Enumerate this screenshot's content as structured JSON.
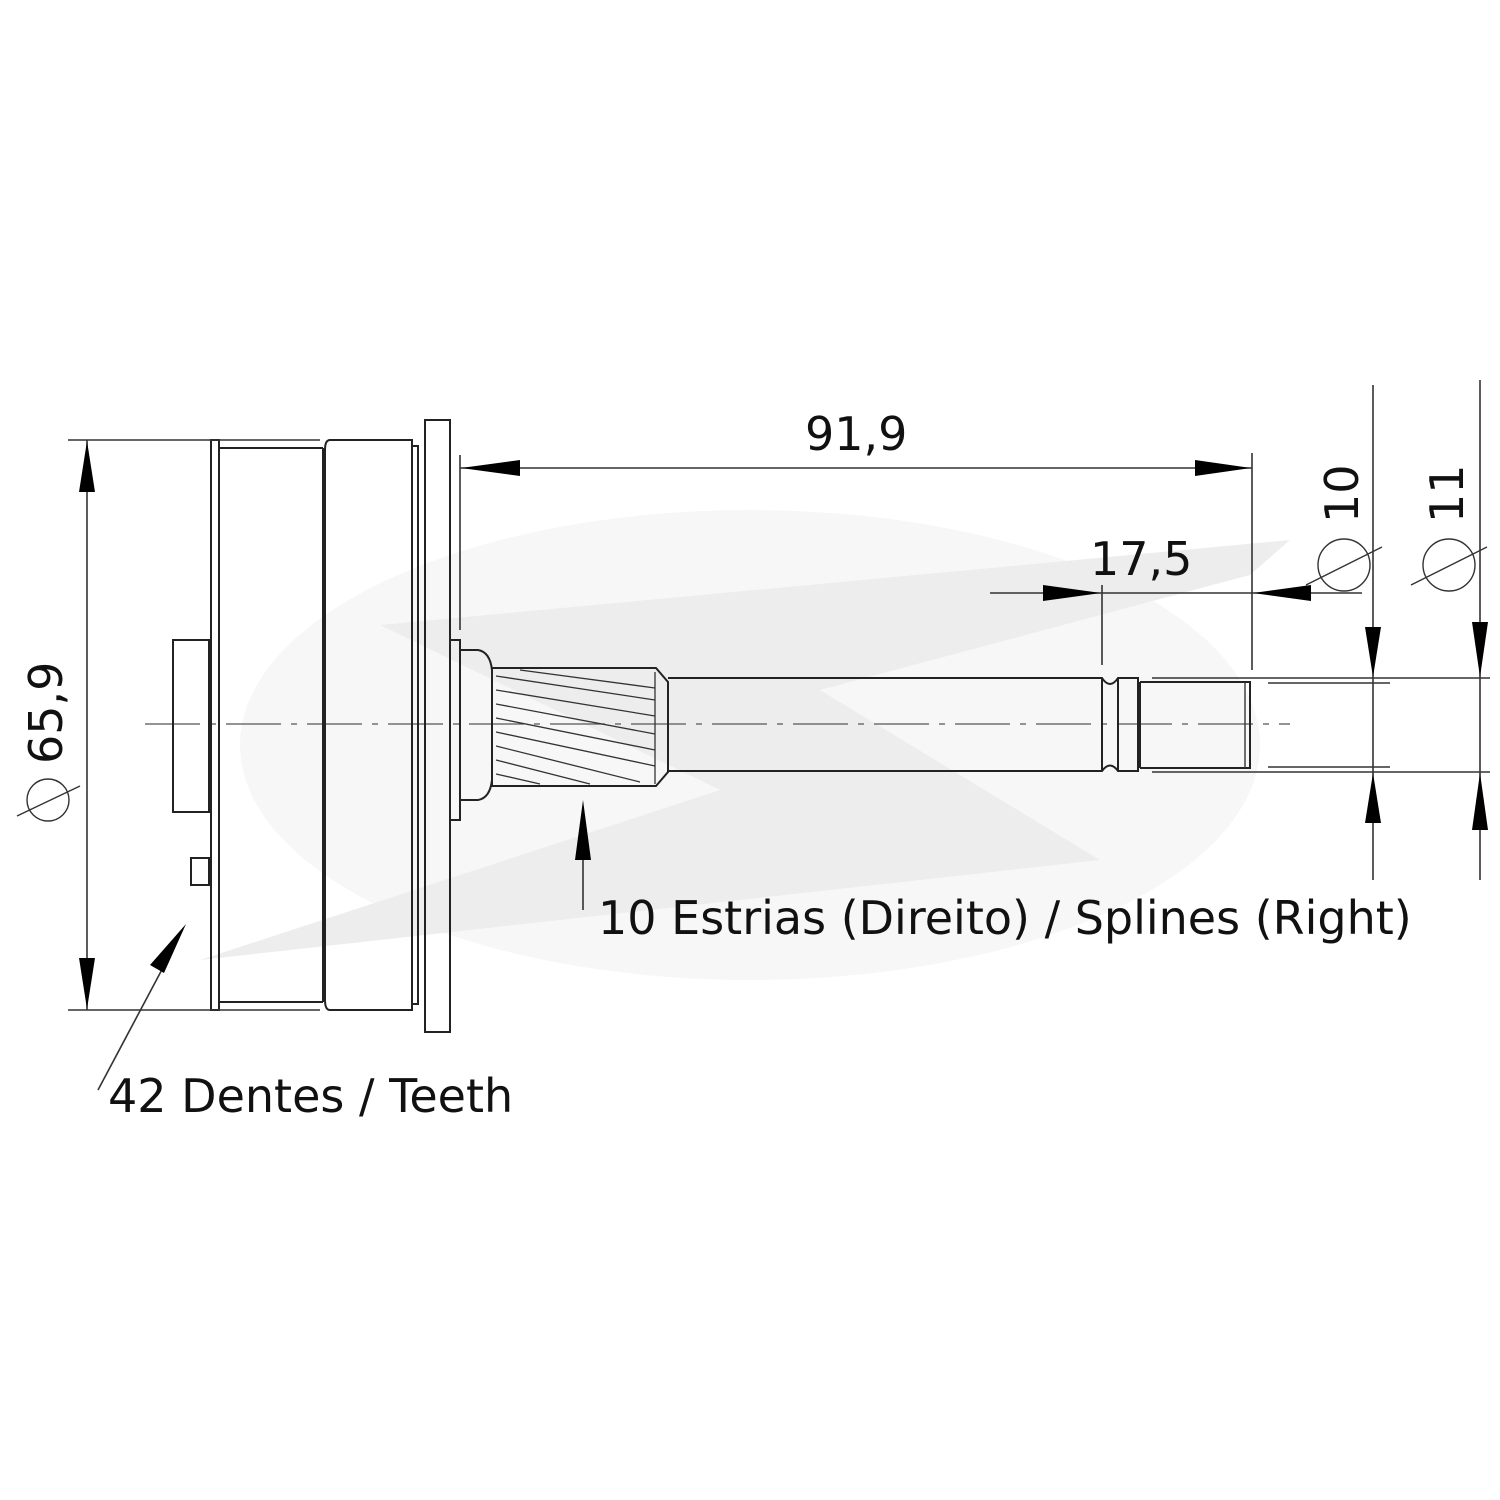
{
  "dimensions": {
    "overall_diameter": "65,9",
    "length": "91,9",
    "spline_length": "17,5",
    "shaft_diameter_1": "10",
    "shaft_diameter_2": "11"
  },
  "annotations": {
    "splines": "10 Estrias (Direito) / Splines (Right)",
    "teeth": "42 Dentes / Teeth"
  },
  "colors": {
    "line": "#222222",
    "watermark": "#ececec"
  }
}
